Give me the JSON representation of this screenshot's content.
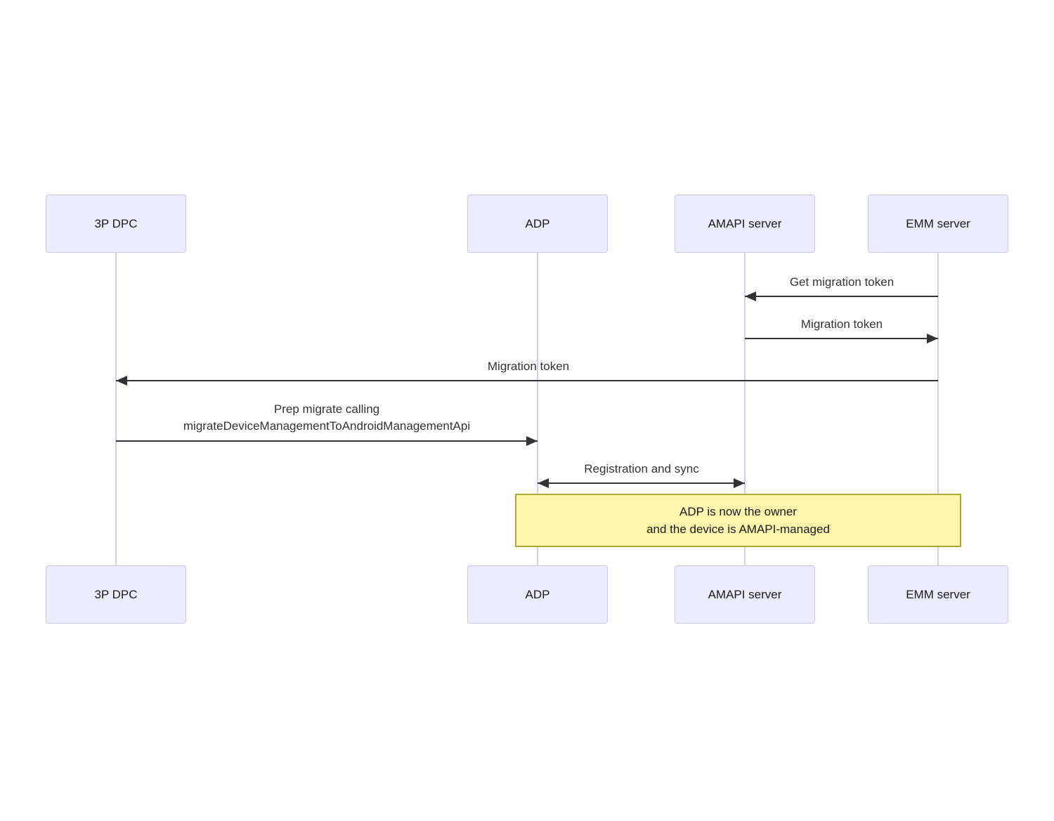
{
  "diagram": {
    "type": "sequence-diagram",
    "actors": [
      {
        "label": "3P DPC"
      },
      {
        "label": "ADP"
      },
      {
        "label": "AMAPI server"
      },
      {
        "label": "EMM server"
      }
    ],
    "messages": [
      {
        "label": "Get migration token",
        "from": "EMM server",
        "to": "AMAPI server",
        "arrow": "left"
      },
      {
        "label": "Migration token",
        "from": "AMAPI server",
        "to": "EMM server",
        "arrow": "right"
      },
      {
        "label": "Migration token",
        "from": "EMM server",
        "to": "3P DPC",
        "arrow": "left"
      },
      {
        "label_lines": [
          "Prep migrate calling",
          "migrateDeviceManagementToAndroidManagementApi"
        ],
        "from": "3P DPC",
        "to": "ADP",
        "arrow": "right"
      },
      {
        "label": "Registration and sync",
        "from": "ADP",
        "to": "AMAPI server",
        "arrow": "both"
      }
    ],
    "note": {
      "lines": [
        "ADP is now the owner",
        "and the device is AMAPI-managed"
      ],
      "over": [
        "ADP",
        "EMM server"
      ]
    },
    "colors": {
      "actor_fill": "#ECECFF",
      "actor_border": "#C9C5E9",
      "actor_text": "#1A1A1A",
      "lifeline": "#D5CDF0",
      "arrow": "#333333",
      "message_text": "#333333",
      "note_fill": "#FFF5AD",
      "note_border": "#AAAA33",
      "note_text": "#1A1A1A"
    }
  }
}
